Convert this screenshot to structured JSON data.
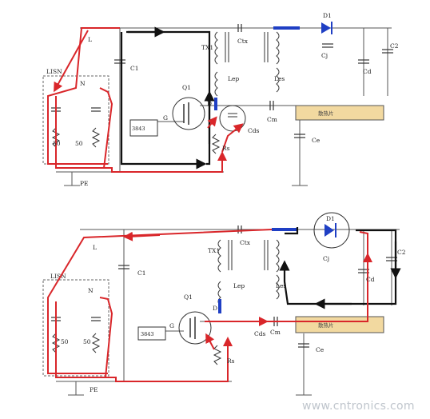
{
  "labels": {
    "lisn": "LISN",
    "L": "L",
    "N": "N",
    "pe": "PE",
    "c1": "C1",
    "q1": "Q1",
    "tx1": "TX1",
    "ctx": "Ctx",
    "lep": "Lep",
    "les": "Les",
    "d": "D",
    "g": "G",
    "ic": "3843",
    "rs": "Rs",
    "cds": "Cds",
    "cm": "Cm",
    "ce": "Ce",
    "d1": "D1",
    "cj": "Cj",
    "cd": "Cd",
    "c2": "C2",
    "r50a": "50",
    "r50b": "50",
    "load": "散热片"
  },
  "watermark": "www.cntronics.com",
  "colors": {
    "wire": "#555555",
    "red_path": "#d9262a",
    "black_path": "#111111",
    "blue": "#1f3fc4",
    "heatsink": "#f2d9a0",
    "dashed": "#666666"
  }
}
